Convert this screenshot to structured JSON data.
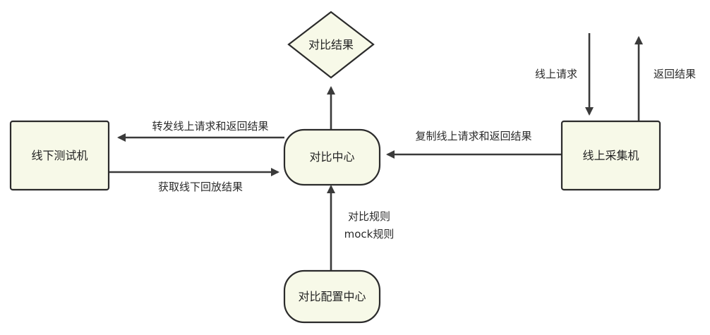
{
  "nodes": {
    "offline_tester": "线下测试机",
    "compare_center": "对比中心",
    "online_collector": "线上采集机",
    "compare_result": "对比结果",
    "compare_config_center": "对比配置中心"
  },
  "edges": {
    "forward_online_request": "转发线上请求和返回结果",
    "fetch_offline_replay": "获取线下回放结果",
    "copy_online_request": "复制线上请求和返回结果",
    "online_request": "线上请求",
    "return_result": "返回结果",
    "compare_rules": "对比规则",
    "mock_rules": "mock规则"
  }
}
